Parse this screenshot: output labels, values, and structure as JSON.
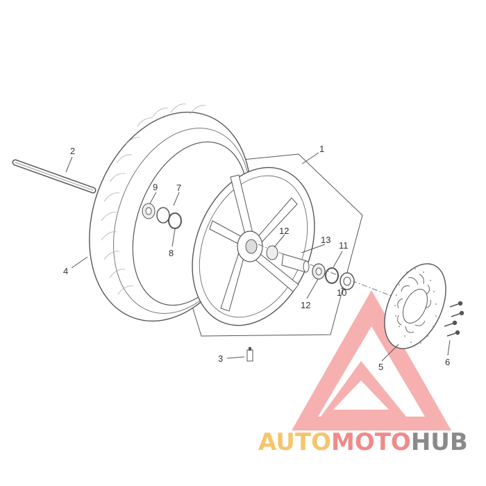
{
  "callouts": {
    "c1": "1",
    "c2": "2",
    "c3": "3",
    "c4": "4",
    "c5": "5",
    "c6": "6",
    "c7": "7",
    "c8": "8",
    "c9": "9",
    "c10": "10",
    "c11": "11",
    "c12a": "12",
    "c12b": "12",
    "c13": "13"
  },
  "watermark": {
    "part1": "AUTO",
    "part2": "MOTO",
    "part3": "HUB",
    "colors": {
      "part1": "#f6c56b",
      "part2": "#f08a8a",
      "part3": "#8a8a8a",
      "triangle": "#f28b8b"
    }
  }
}
